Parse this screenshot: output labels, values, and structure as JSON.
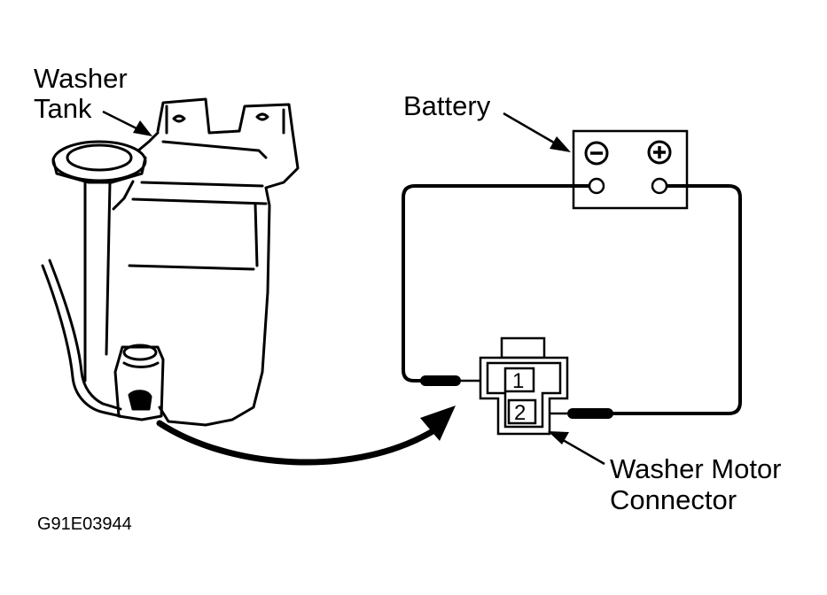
{
  "labels": {
    "washer_tank_line1": "Washer",
    "washer_tank_line2": "Tank",
    "battery": "Battery",
    "connector_line1": "Washer Motor",
    "connector_line2": "Connector",
    "figure_code": "G91E03944"
  },
  "battery": {
    "negative_symbol": "minus-terminal-icon",
    "positive_symbol": "plus-terminal-icon"
  },
  "connector": {
    "pin1": "1",
    "pin2": "2"
  },
  "colors": {
    "ink": "#000000",
    "paper": "#ffffff"
  }
}
